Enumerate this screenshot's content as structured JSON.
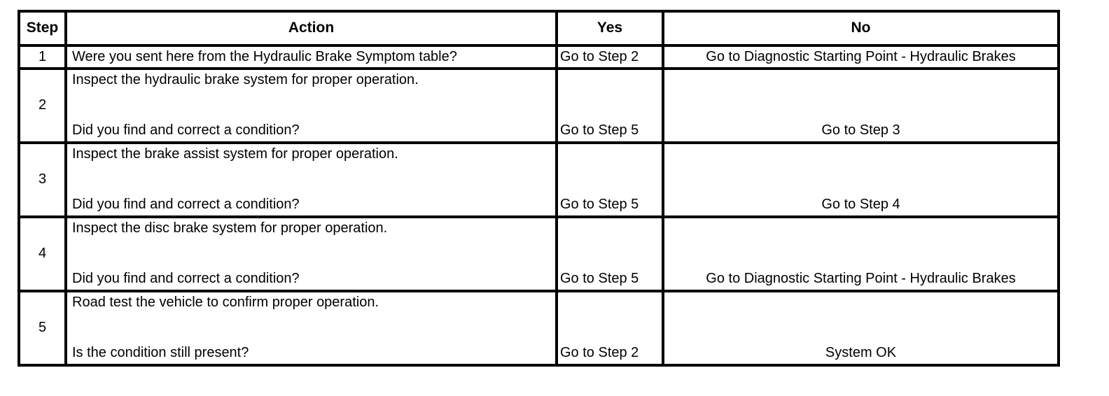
{
  "table": {
    "name": "hydraulic-brake-diagnostic-table",
    "columns": [
      {
        "key": "step",
        "label": "Step"
      },
      {
        "key": "action",
        "label": "Action"
      },
      {
        "key": "yes",
        "label": "Yes"
      },
      {
        "key": "no",
        "label": "No"
      }
    ],
    "rows": [
      {
        "step": "1",
        "action_top": "Were you sent here from the Hydraulic Brake Symptom table?",
        "action_bottom": "",
        "yes": "Go to Step 2",
        "no": "Go to Diagnostic Starting Point - Hydraulic Brakes",
        "compact": true
      },
      {
        "step": "2",
        "action_top": "Inspect the hydraulic brake system for proper operation.",
        "action_bottom": "Did you find and correct a condition?",
        "yes": "Go to Step 5",
        "no": "Go to Step 3",
        "compact": false
      },
      {
        "step": "3",
        "action_top": "Inspect the brake assist system for proper operation.",
        "action_bottom": "Did you find and correct a condition?",
        "yes": "Go to Step 5",
        "no": "Go to Step 4",
        "compact": false
      },
      {
        "step": "4",
        "action_top": "Inspect the disc brake system for proper operation.",
        "action_bottom": "Did you find and correct a condition?",
        "yes": "Go to Step 5",
        "no": "Go to Diagnostic Starting Point - Hydraulic Brakes",
        "compact": false
      },
      {
        "step": "5",
        "action_top": "Road test the vehicle to confirm proper operation.",
        "action_bottom": "Is the condition still present?",
        "yes": "Go to Step 2",
        "no": "System OK",
        "compact": false
      }
    ]
  },
  "colors": {
    "border": "#000000",
    "text": "#000000",
    "background": "#ffffff"
  }
}
